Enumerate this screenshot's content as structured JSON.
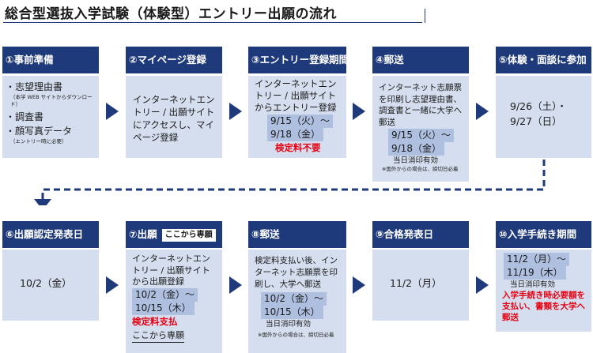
{
  "title": "総合型選抜入学試験（体験型）エントリー出願の流れ",
  "steps": [
    {
      "header": "①事前準備",
      "items": [
        {
          "bullet": "・志望理由書",
          "note": "（本学 WEB サイトからダウンロード）"
        },
        {
          "bullet": "・調査書",
          "note": ""
        },
        {
          "bullet": "・顔写真データ",
          "note": "（エントリー時に必要）"
        }
      ]
    },
    {
      "header": "②マイページ登録",
      "body": "インターネットエントリー / 出願サイトにアクセスし、マイページ登録"
    },
    {
      "header": "③エントリー登録期間",
      "body": "インターネットエントリー / 出願サイトからエントリー登録",
      "date1": "9/15（火）～",
      "date2": "9/18（金）",
      "red": "検定料不要"
    },
    {
      "header": "④郵送",
      "body": "インターネット志願票を印刷し志望理由書、調査書と一緒に大学へ郵送",
      "date1": "9/15（火）～",
      "date2": "9/18（金）",
      "valid": "当日消印有効",
      "note": "※国外からの場合は、締切日必着"
    },
    {
      "header": "⑤体験・面談に参加",
      "date1": "9/26（土）・",
      "date2": "9/27（日）"
    },
    {
      "header": "⑥出願認定発表日",
      "date1": "10/2（金）"
    },
    {
      "header": "⑦出願",
      "tag": "ここから専願",
      "body": "インターネットエントリー / 出願サイトから出願登録",
      "date1": "10/2（金）～",
      "date2": "10/15（木）",
      "red": "検定料支払",
      "footer": "ここから専願"
    },
    {
      "header": "⑧郵送",
      "body": "検定料支払い後、インターネット志願票を印刷し、大学へ郵送",
      "date1": "10/2（金）～",
      "date2": "10/15（木）",
      "valid": "当日消印有効",
      "note": "※国外からの場合は、締切日必着"
    },
    {
      "header": "⑨合格発表日",
      "date1": "11/2（月）"
    },
    {
      "header": "⑩入学手続き期間",
      "date1": "11/2（月）～",
      "date2": "11/19（木）",
      "valid": "当日消印有効",
      "red": "入学手続き時必要額を支払い、書類を大学へ郵送"
    }
  ]
}
